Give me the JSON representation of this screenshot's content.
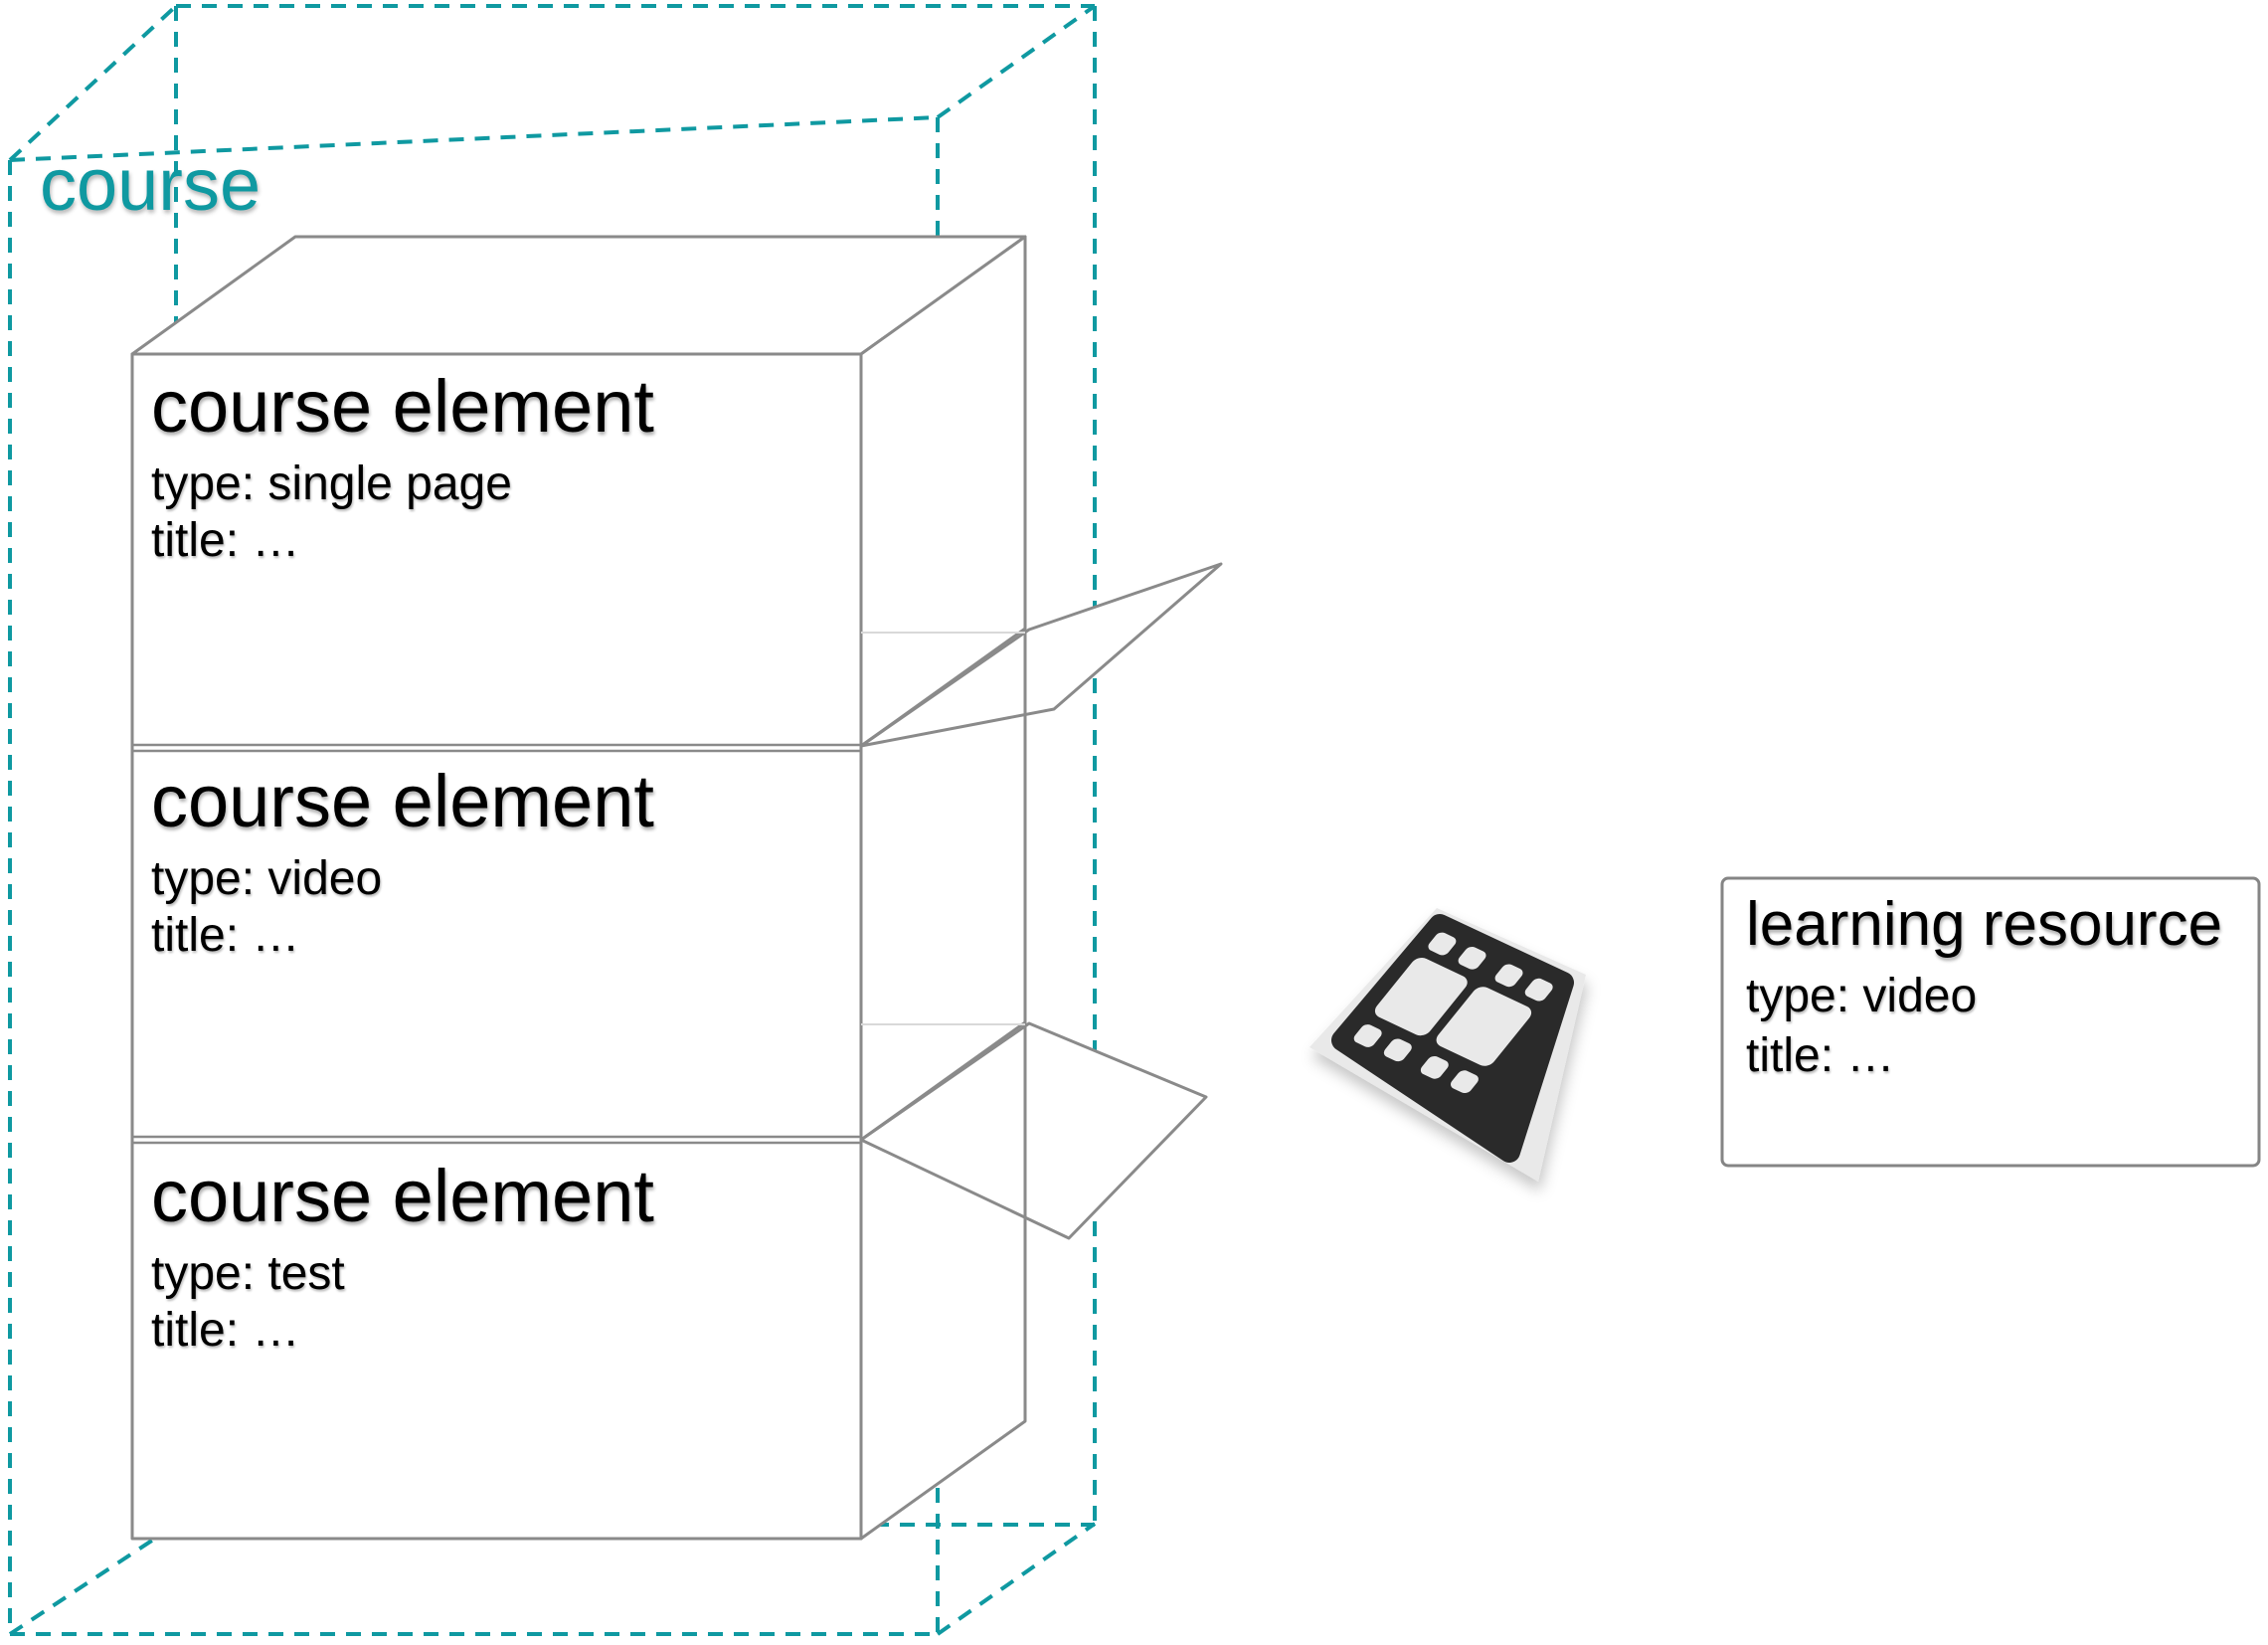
{
  "diagram": {
    "course_label": "course",
    "course_elements": [
      {
        "heading": "course element",
        "type_line": "type: single page",
        "title_line": "title: …"
      },
      {
        "heading": "course element",
        "type_line": "type: video",
        "title_line": "title: …"
      },
      {
        "heading": "course element",
        "type_line": "type: test",
        "title_line": "title: …"
      }
    ],
    "learning_resource": {
      "heading": "learning resource",
      "type_line": "type: video",
      "title_line": "title: …"
    },
    "icons": {
      "film": "film-strip-icon"
    },
    "colors": {
      "course_outline_teal": "#0f99a1",
      "box_stroke_gray": "#8a8a8a",
      "icon_dark": "#2b2b2b",
      "icon_light": "#e9e9e9",
      "text": "#0c0c0c"
    }
  }
}
